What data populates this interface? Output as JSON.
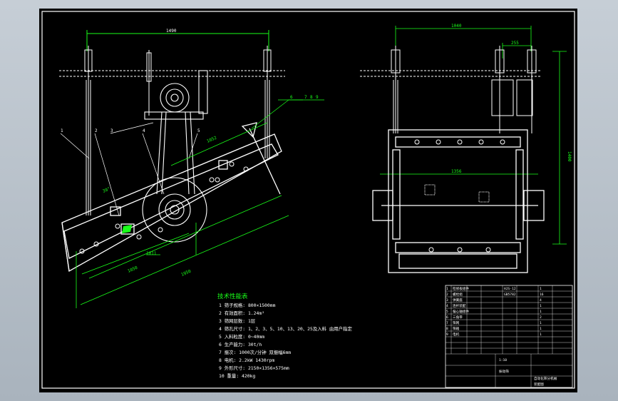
{
  "drawing": {
    "left_view": {
      "dims": {
        "top_width": "1490",
        "diag_1": "1052",
        "short_dim": "39°",
        "lower_dim": "1011",
        "bottom_1": "1050",
        "bottom_2": "1950"
      },
      "part_labels": [
        "1",
        "2",
        "3",
        "4",
        "5",
        "6",
        "7",
        "8",
        "9"
      ]
    },
    "right_view": {
      "dims": {
        "top_width": "1040",
        "small_width": "255",
        "inner_width": "1356",
        "height": "1400"
      }
    },
    "tech_specs": {
      "title": "技术性能表",
      "items": [
        "1 筛子规格: 800×1500mm",
        "2 有效面积: 1.24m²",
        "3 筛网层数: 1层",
        "4 筛孔尺寸: 1、2、3、5、10、13、20、25及入料 由用户指定",
        "5 入料粒度: 0~40mm",
        "6 生产能力: 30t/h",
        "7 振次: 1000次/分钟 双振幅6mm",
        "8 电机: 2.2kW 1430rpm",
        "9 外形尺寸: 2150×1356×575mm",
        "10 重量: 420kg"
      ]
    },
    "title_block": {
      "rows": [
        [
          "1",
          "检修板组件",
          "",
          "HJS-12",
          "",
          "1",
          ""
        ],
        [
          "2",
          "螺栓组",
          "",
          "GB5782",
          "",
          "16",
          ""
        ],
        [
          "3",
          "弹簧座",
          "",
          "",
          "",
          "4",
          ""
        ],
        [
          "4",
          "连杆装配",
          "",
          "",
          "",
          "1",
          ""
        ],
        [
          "5",
          "偏心轴组件",
          "",
          "",
          "",
          "1",
          ""
        ],
        [
          "6",
          "三角带",
          "",
          "",
          "",
          "2",
          ""
        ],
        [
          "7",
          "筛网",
          "",
          "",
          "",
          "1",
          ""
        ],
        [
          "8",
          "筛箱",
          "",
          "",
          "",
          "1",
          ""
        ],
        [
          "9",
          "电机",
          "",
          "",
          "",
          "1",
          ""
        ]
      ],
      "scale": "1:10",
      "drawing_name": "振动筛",
      "company": "自动化筛分机械",
      "sheet_no": "装配图"
    }
  }
}
